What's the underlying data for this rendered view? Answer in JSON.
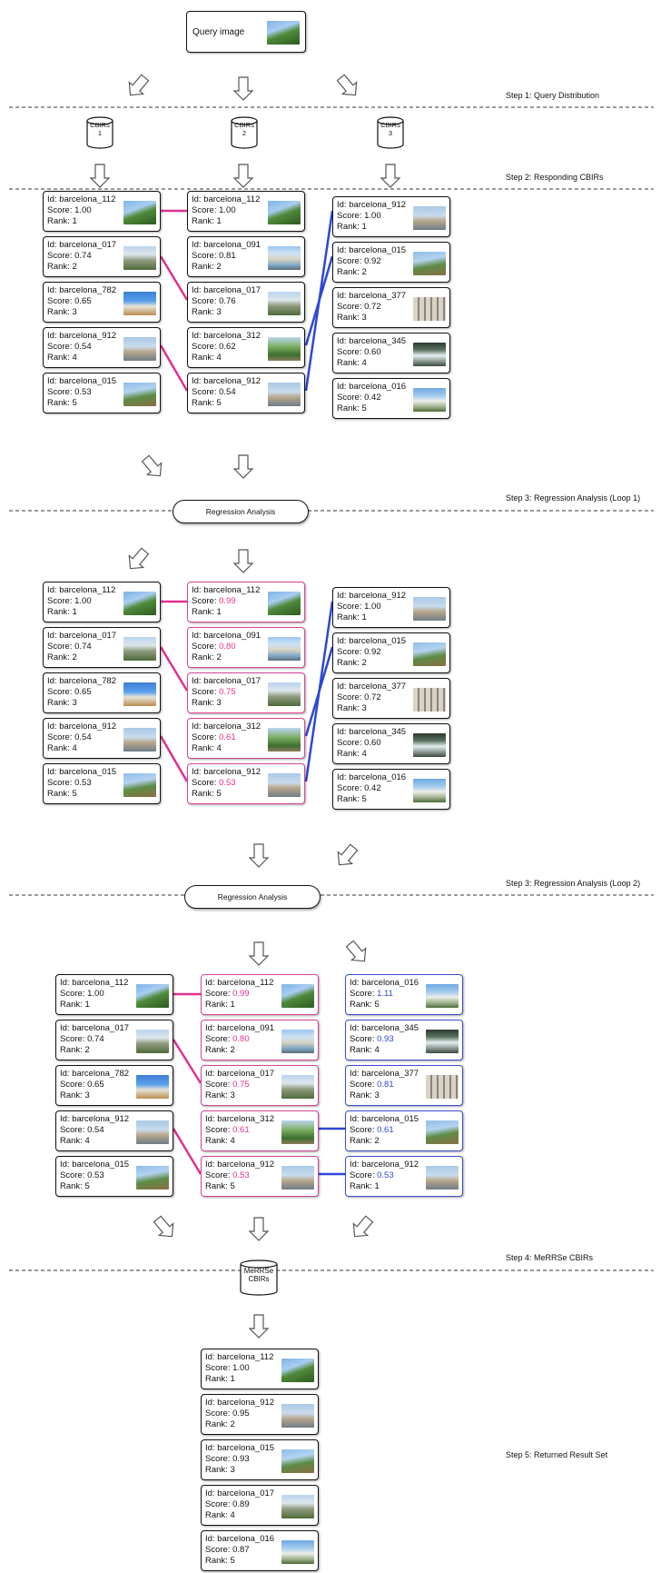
{
  "query": {
    "label": "Query image"
  },
  "steps": {
    "step1": "Step 1: Query Distribution",
    "step2": "Step 2: Responding CBIRs",
    "step3a": "Step 3: Regression Analysis (Loop 1)",
    "step3b": "Step 3: Regression Analysis (Loop 2)",
    "step4": "Step 4: MeRRSe CBIRs",
    "step5": "Step 5: Returned Result Set"
  },
  "cbirs": [
    {
      "line1": "CBIRs",
      "line2": "1"
    },
    {
      "line1": "CBIRs",
      "line2": "2"
    },
    {
      "line1": "CBIRs",
      "line2": "3"
    }
  ],
  "regression_label": "Regression Analysis",
  "merrse": {
    "line1": "MeRRSe",
    "line2": "CBIRs"
  },
  "field_labels": {
    "id": "Id: ",
    "score": "Score: ",
    "rank": "Rank: "
  },
  "stage1": {
    "col1": [
      {
        "id": "barcelona_112",
        "score": "1.00",
        "rank": "1"
      },
      {
        "id": "barcelona_017",
        "score": "0.74",
        "rank": "2"
      },
      {
        "id": "barcelona_782",
        "score": "0.65",
        "rank": "3"
      },
      {
        "id": "barcelona_912",
        "score": "0.54",
        "rank": "4"
      },
      {
        "id": "barcelona_015",
        "score": "0.53",
        "rank": "5"
      }
    ],
    "col2": [
      {
        "id": "barcelona_112",
        "score": "1.00",
        "rank": "1"
      },
      {
        "id": "barcelona_091",
        "score": "0.81",
        "rank": "2"
      },
      {
        "id": "barcelona_017",
        "score": "0.76",
        "rank": "3"
      },
      {
        "id": "barcelona_312",
        "score": "0.62",
        "rank": "4"
      },
      {
        "id": "barcelona_912",
        "score": "0.54",
        "rank": "5"
      }
    ],
    "col3": [
      {
        "id": "barcelona_912",
        "score": "1.00",
        "rank": "1"
      },
      {
        "id": "barcelona_015",
        "score": "0.92",
        "rank": "2"
      },
      {
        "id": "barcelona_377",
        "score": "0.72",
        "rank": "3"
      },
      {
        "id": "barcelona_345",
        "score": "0.60",
        "rank": "4"
      },
      {
        "id": "barcelona_016",
        "score": "0.42",
        "rank": "5"
      }
    ]
  },
  "stage2": {
    "col2": [
      {
        "id": "barcelona_112",
        "score": "0.99",
        "rank": "1"
      },
      {
        "id": "barcelona_091",
        "score": "0.80",
        "rank": "2"
      },
      {
        "id": "barcelona_017",
        "score": "0.75",
        "rank": "3"
      },
      {
        "id": "barcelona_312",
        "score": "0.61",
        "rank": "4"
      },
      {
        "id": "barcelona_912",
        "score": "0.53",
        "rank": "5"
      }
    ]
  },
  "stage3": {
    "col3": [
      {
        "id": "barcelona_016",
        "score": "1.11",
        "rank": "5"
      },
      {
        "id": "barcelona_345",
        "score": "0.93",
        "rank": "4"
      },
      {
        "id": "barcelona_377",
        "score": "0.81",
        "rank": "3"
      },
      {
        "id": "barcelona_015",
        "score": "0.61",
        "rank": "2"
      },
      {
        "id": "barcelona_912",
        "score": "0.53",
        "rank": "1"
      }
    ]
  },
  "result": [
    {
      "id": "barcelona_112",
      "score": "1.00",
      "rank": "1"
    },
    {
      "id": "barcelona_912",
      "score": "0.95",
      "rank": "2"
    },
    {
      "id": "barcelona_015",
      "score": "0.93",
      "rank": "3"
    },
    {
      "id": "barcelona_017",
      "score": "0.89",
      "rank": "4"
    },
    {
      "id": "barcelona_016",
      "score": "0.87",
      "rank": "5"
    }
  ],
  "colors": {
    "pink": "#e0308f",
    "blue": "#2f46d6",
    "line": "#111111"
  }
}
